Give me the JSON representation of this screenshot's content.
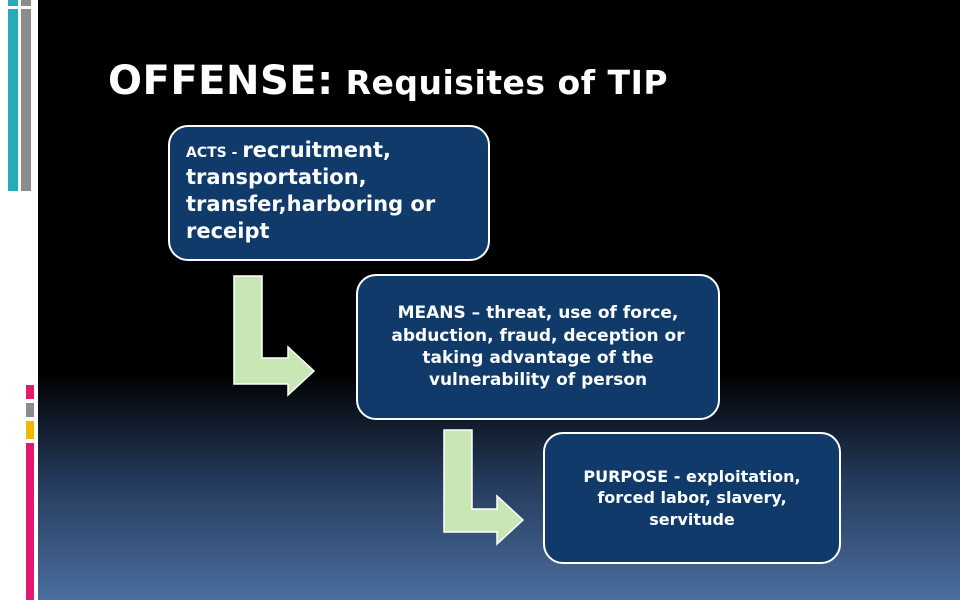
{
  "title": {
    "main": "OFFENSE:",
    "rest": " Requisites of TIP"
  },
  "steps": [
    {
      "id": "acts",
      "label": "ACTS - ",
      "text": "recruitment, transportation, transfer,harboring or receipt"
    },
    {
      "id": "means",
      "text": "MEANS – threat, use of force, abduction, fraud, deception or taking advantage of the vulnerability of person"
    },
    {
      "id": "purpose",
      "text": "PURPOSE  - exploitation, forced labor, slavery, servitude"
    }
  ],
  "colors": {
    "box_fill": "#0f3a6a",
    "box_border": "#ffffff",
    "arrow_fill": "#c9e6b5",
    "arrow_border": "#ffffff",
    "accent_cyan": "#29aab8",
    "accent_gray": "#8c8c8c",
    "accent_yellow": "#f5b800",
    "accent_pink": "#e3186f"
  },
  "connectors": [
    "bent-arrow-down-right",
    "bent-arrow-down-right"
  ]
}
